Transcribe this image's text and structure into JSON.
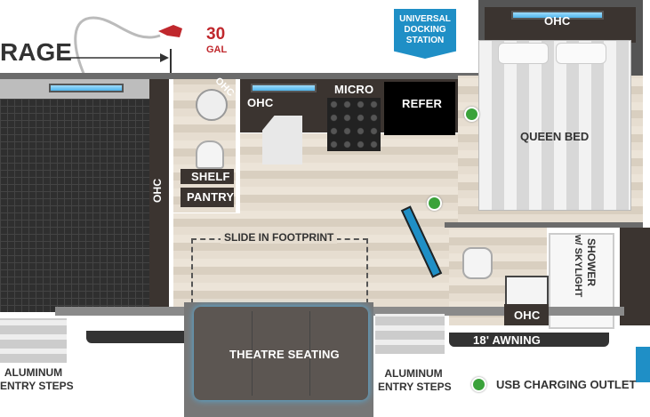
{
  "header": {
    "garage_partial": "RAGE",
    "fuel_amount": "30",
    "fuel_unit": "GAL",
    "docking_station": [
      "UNIVERSAL",
      "DOCKING",
      "STATION"
    ]
  },
  "rooms": {
    "ohc_bedroom": "OHC",
    "ohc_bath_top": "OHC",
    "ohc_kitchen": "OHC",
    "micro": "MICRO",
    "refer": "REFER",
    "queen_bed": "QUEEN BED",
    "shelf": "SHELF",
    "pantry": "PANTRY",
    "ohc_garage": "OHC",
    "slide_footprint": "SLIDE IN FOOTPRINT",
    "shower": "SHOWER",
    "shower_sub": "w/ SKYLIGHT",
    "ohc_bath_bottom": "OHC",
    "theatre_seating": "THEATRE SEATING",
    "awning": "18' AWNING"
  },
  "steps": {
    "left": [
      "ALUMINUM",
      "ENTRY STEPS"
    ],
    "right": [
      "ALUMINUM",
      "ENTRY STEPS"
    ]
  },
  "legend": {
    "usb": "USB CHARGING OUTLET",
    "usb_color": "#3aa23a"
  },
  "colors": {
    "accent_blue": "#1f8fc6",
    "fuel_red": "#c0282d",
    "wall": "#6b6b6b"
  }
}
